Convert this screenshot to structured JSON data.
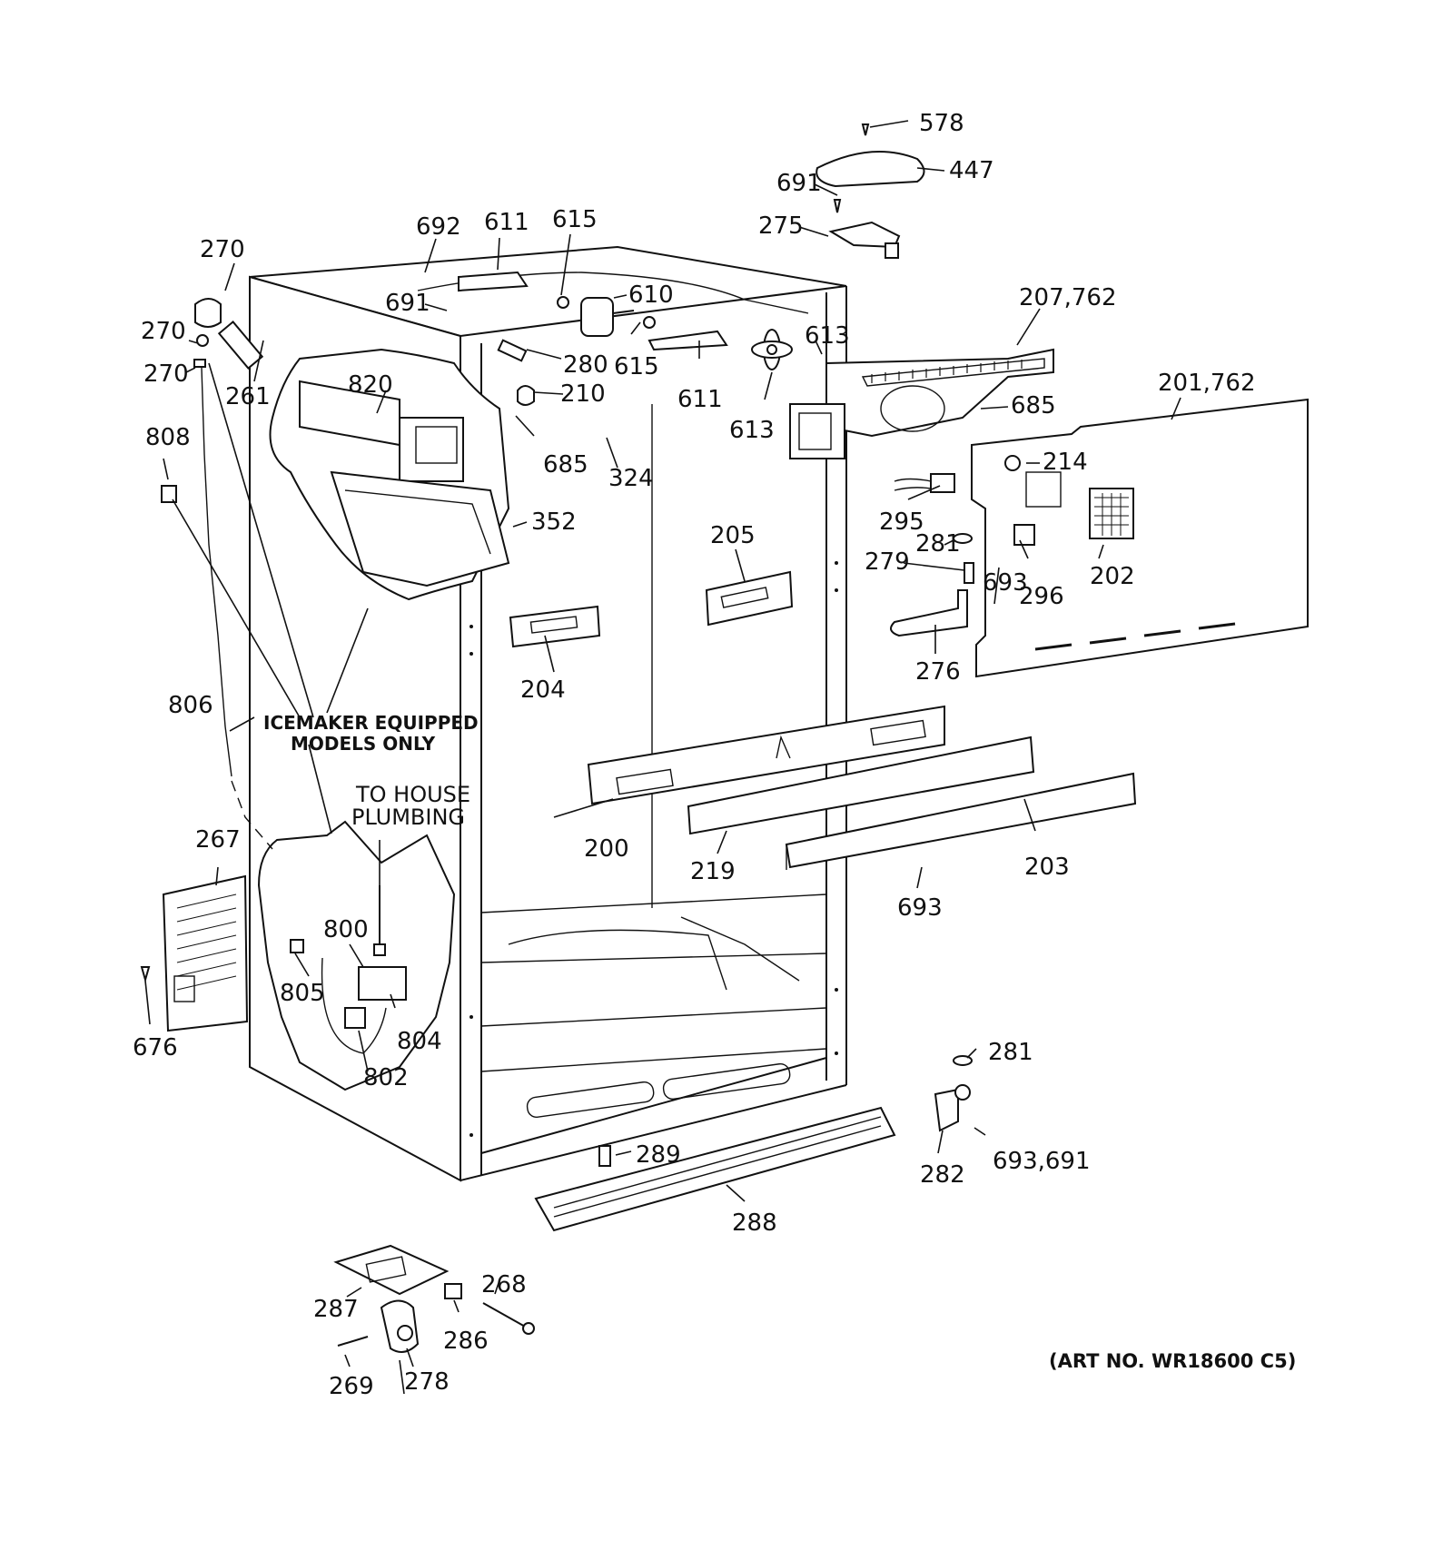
{
  "labels": {
    "p578": "578",
    "p447": "447",
    "p691a": "691",
    "p275": "275",
    "p692": "692",
    "p611a": "611",
    "p615a": "615",
    "p610": "610",
    "p691b": "691",
    "p280": "280",
    "p615b": "615",
    "p611b": "611",
    "p613a": "613",
    "p613b": "613",
    "p207": "207,762",
    "p685a": "685",
    "p201": "201,762",
    "p214": "214",
    "p270a": "270",
    "p270b": "270",
    "p270c": "270",
    "p261": "261",
    "p820": "820",
    "p210": "210",
    "p685b": "685",
    "p324": "324",
    "p352": "352",
    "p808": "808",
    "p295": "295",
    "p281a": "281",
    "p279": "279",
    "p693a": "693",
    "p296": "296",
    "p202": "202",
    "p205": "205",
    "p204": "204",
    "p276": "276",
    "p806": "806",
    "p200": "200",
    "p219": "219",
    "p203": "203",
    "p693b": "693",
    "p267": "267",
    "p800": "800",
    "p805": "805",
    "p804": "804",
    "p802": "802",
    "p676": "676",
    "p281b": "281",
    "p289": "289",
    "p282": "282",
    "p693c": "693,691",
    "p288": "288",
    "p268": "268",
    "p287": "287",
    "p286": "286",
    "p269": "269",
    "p278": "278"
  },
  "notes": {
    "icemaker_line1": "ICEMAKER EQUIPPED",
    "icemaker_line2": "MODELS ONLY",
    "plumbing_line1": "TO HOUSE",
    "plumbing_line2": "PLUMBING",
    "art_number": "(ART NO. WR18600 C5)"
  }
}
